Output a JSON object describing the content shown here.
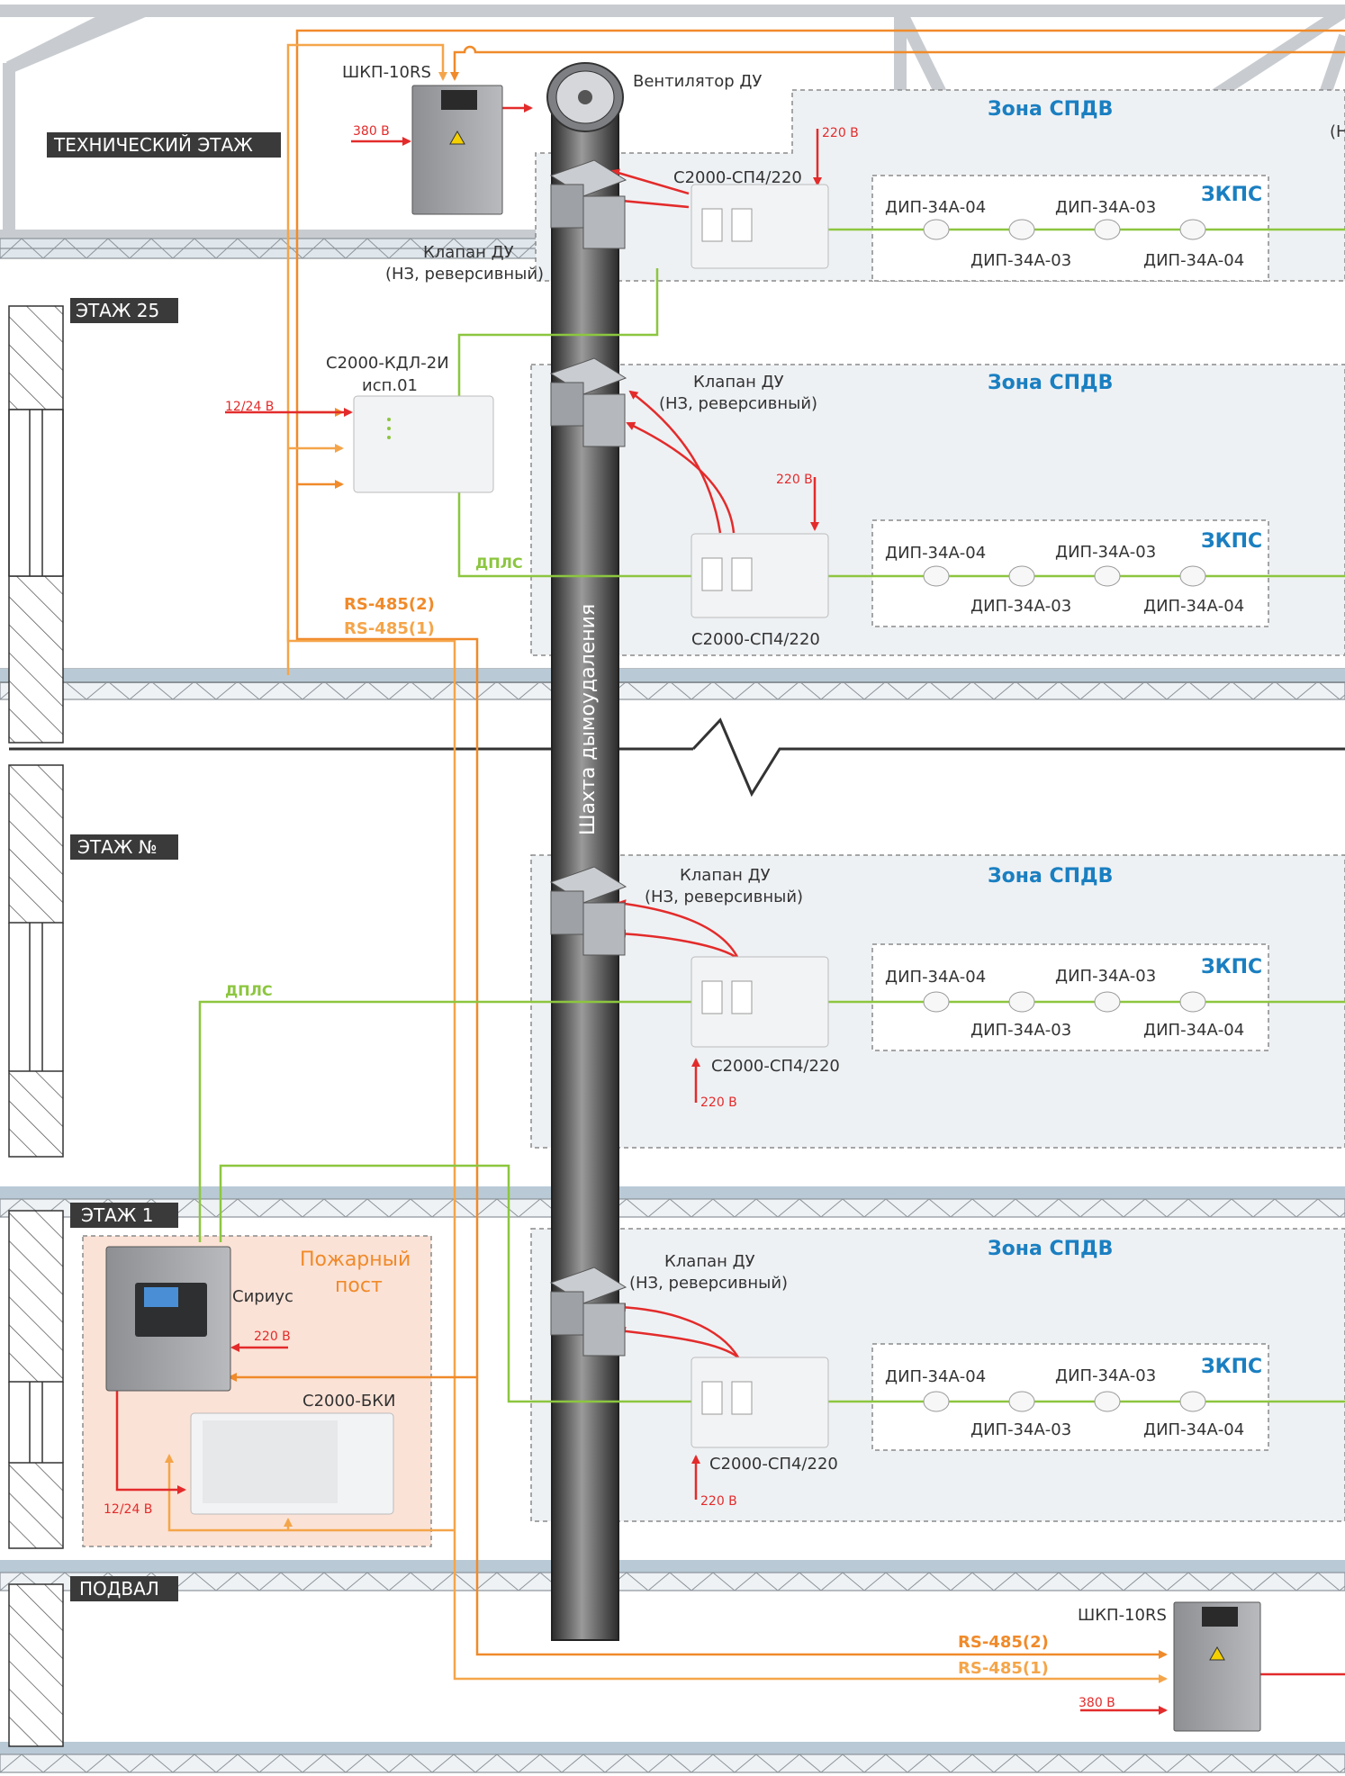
{
  "floors": {
    "tech": "ТЕХНИЧЕСКИЙ ЭТАЖ",
    "f25": "ЭТАЖ 25",
    "fn": "ЭТАЖ №",
    "f1": "ЭТАЖ 1",
    "basement": "ПОДВАЛ"
  },
  "devices": {
    "shkp_top": "ШКП-10RS",
    "shkp_bottom": "ШКП-10RS",
    "fan": "Вентилятор ДУ",
    "valve_line1": "Клапан ДУ",
    "valve_line2": "(НЗ, реверсивный)",
    "kdl_line1": "С2000-КДЛ-2И",
    "kdl_line2": "исп.01",
    "sp4": "С2000-СП4/220",
    "sirius": "Сириус",
    "bki": "С2000-БКИ",
    "fire_post_line1": "Пожарный",
    "fire_post_line2": "пост",
    "shaft": "Шахта дымоудаления",
    "dip04": "ДИП-34А-04",
    "dip03": "ДИП-34А-03"
  },
  "zones": {
    "spdv": "Зона СПДВ",
    "zkps": "ЗКПС",
    "clipped": "(Н"
  },
  "power": {
    "v380": "380 В",
    "v220": "220 В",
    "v1224": "12/24 В"
  },
  "lines": {
    "rs485_2": "RS-485(2)",
    "rs485_1": "RS-485(1)",
    "dpls": "ДПЛС"
  },
  "colors": {
    "rs485_2": "#f08a2a",
    "rs485_1": "#f4a54a",
    "dpls": "#8cc63f",
    "power": "#e32b2b",
    "zone_title": "#1a7fc1",
    "floor_label_bg": "#3a3a3a",
    "zone_bg": "#eef1f4",
    "fire_post_bg": "#fbe2d6"
  }
}
